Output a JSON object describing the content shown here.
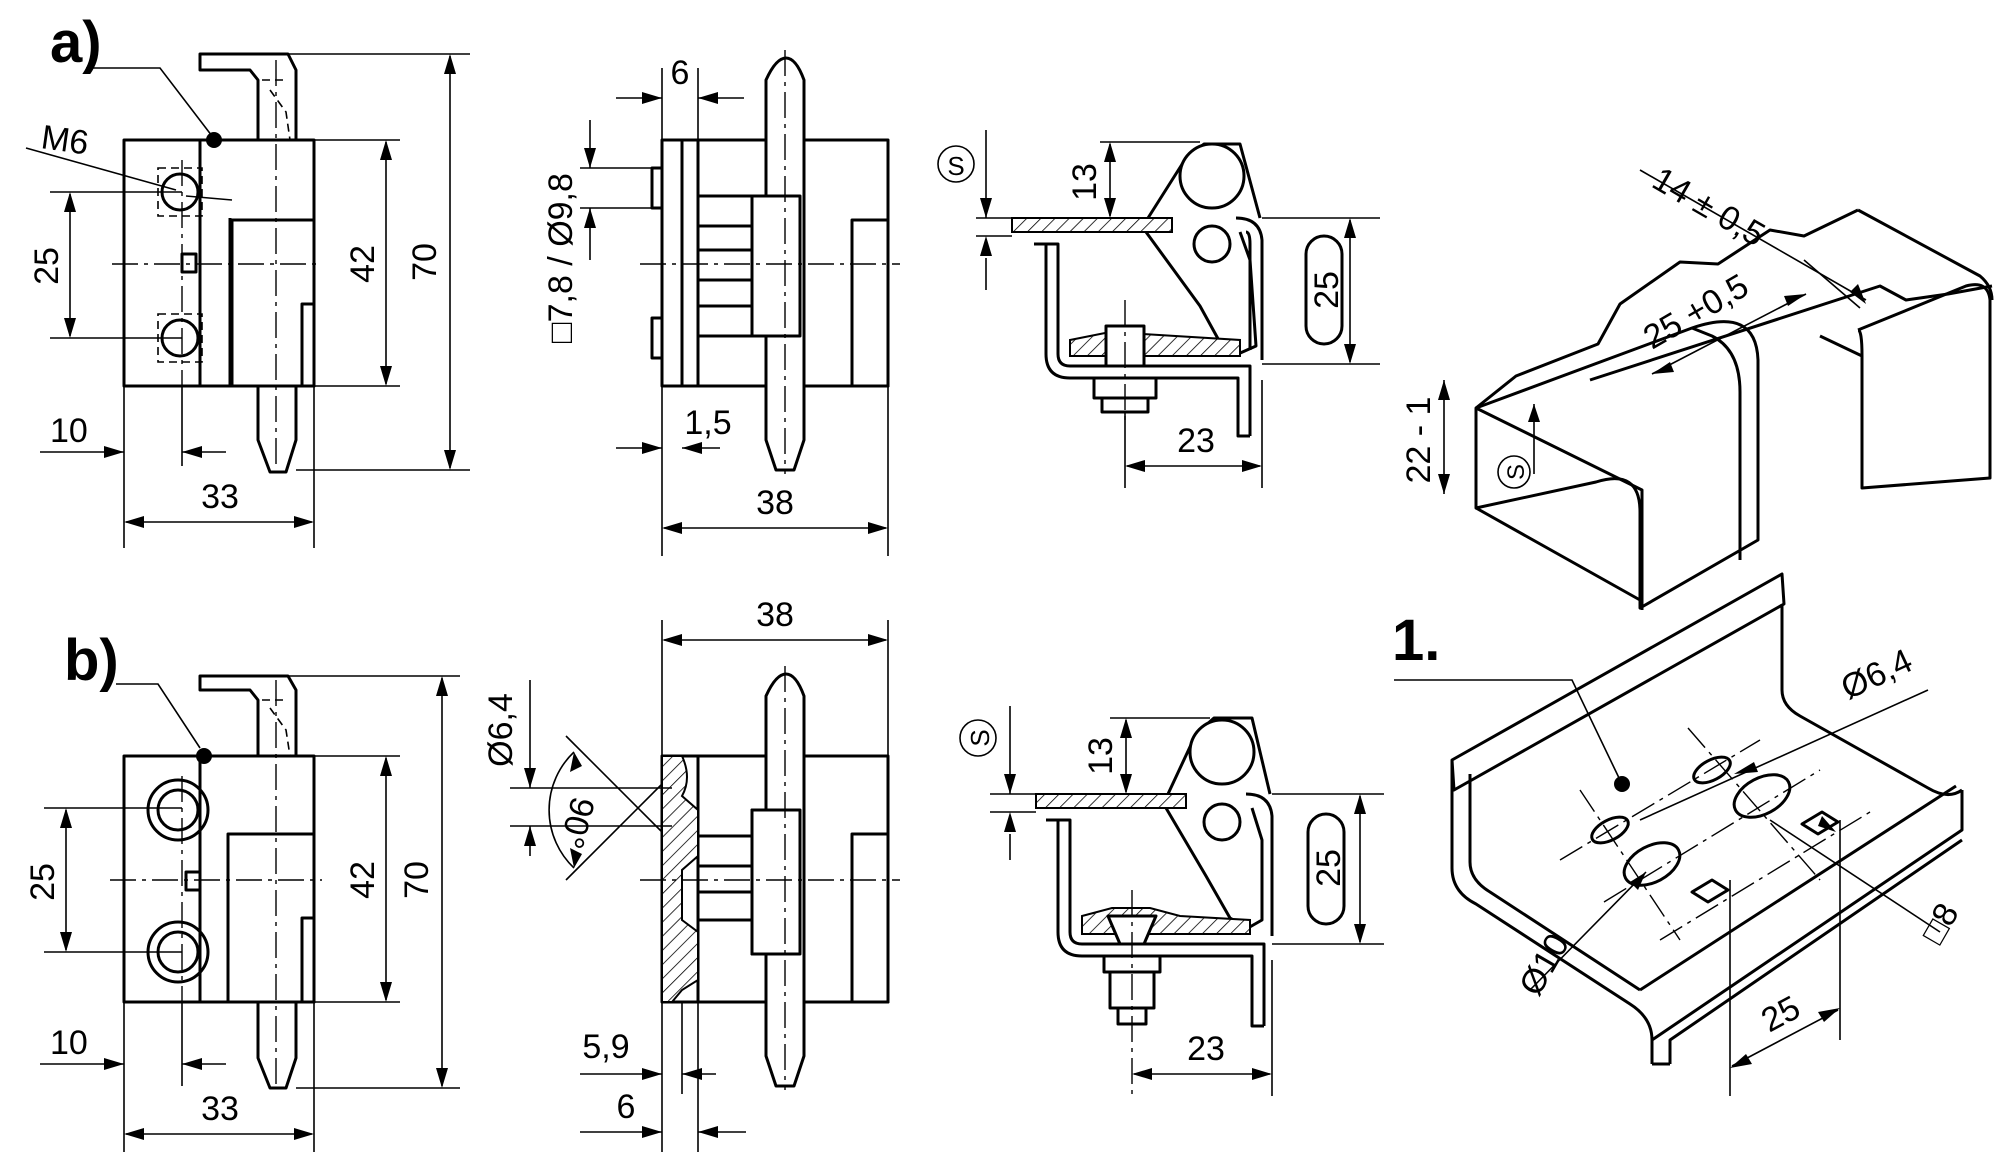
{
  "labels": {
    "a": "a)",
    "b": "b)",
    "one": "1."
  },
  "dims_a": {
    "thread": "M6",
    "d25": "25",
    "d42": "42",
    "d70": "70",
    "d10": "10",
    "d33": "33",
    "d6": "6",
    "sq_dia": "□7,8 / Ø9,8",
    "d1_5": "1,5",
    "d38": "38",
    "s": "S",
    "d13": "13",
    "d25_oval": "25",
    "d23": "23"
  },
  "dims_b": {
    "d25": "25",
    "d42": "42",
    "d70": "70",
    "d10": "10",
    "d33": "33",
    "d38": "38",
    "dia64": "Ø6,4",
    "angle": "90°",
    "d5_9": "5,9",
    "d6": "6",
    "s": "S",
    "d13": "13",
    "d25_oval": "25",
    "d23": "23"
  },
  "cutout": {
    "d14": "14 ± 0,5",
    "d25": "25 +0,5",
    "d22": "22 - 1",
    "s": "S"
  },
  "bracket": {
    "dia64": "Ø6,4",
    "dia10": "Ø10",
    "sq8": "□8",
    "d25": "25"
  }
}
